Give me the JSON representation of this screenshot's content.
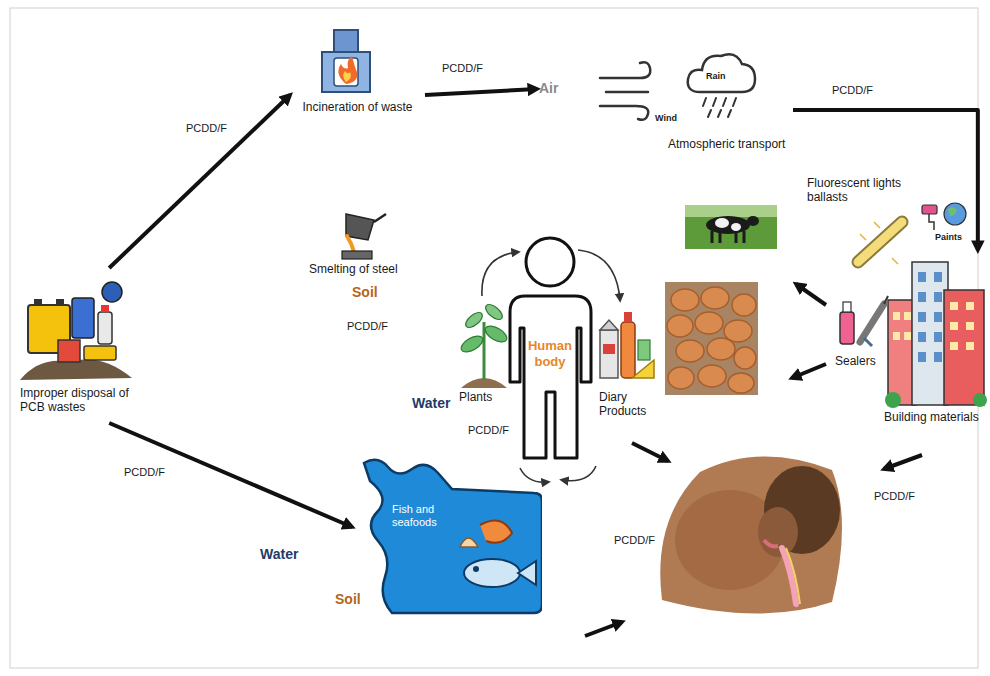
{
  "diagram": {
    "nodes": [
      {
        "text": [
          "Incineration of waste"
        ]
      },
      {
        "text": [
          "Air"
        ]
      },
      {
        "text": [
          "Rain",
          "Wind",
          "Atmospheric transport"
        ]
      },
      {
        "text": [
          "Fluorescent lights ballasts"
        ]
      },
      {
        "text": [
          "Paints"
        ]
      },
      {
        "text": [
          "Smelting of steel"
        ]
      },
      {
        "text": [
          "Improper disposal of PCB wastes"
        ]
      },
      {
        "text": [
          "Human body"
        ]
      },
      {
        "text": [
          "Plants"
        ]
      },
      {
        "text": [
          "Diary Products"
        ]
      },
      {
        "text": [
          "Sealers"
        ]
      },
      {
        "text": [
          "Building materials"
        ]
      },
      {
        "text": [
          "Fish and seafoods"
        ]
      }
    ],
    "edges": [
      {
        "from": 6,
        "to": 0,
        "arrow": "to",
        "label": "PCDD/F"
      },
      {
        "from": 0,
        "to": 1,
        "arrow": "to",
        "label": "PCDD/F"
      },
      {
        "from": 2,
        "to": 11,
        "arrow": "to",
        "label": "PCDD/F"
      },
      {
        "from": 6,
        "to": 12,
        "arrow": "to",
        "label": "PCDD/F"
      }
    ],
    "labels": [
      "Soil",
      "PCDD/F",
      "Water",
      "PCDD/F",
      "PCDD/F",
      "PCDD/F",
      "Water",
      "Soil"
    ]
  }
}
